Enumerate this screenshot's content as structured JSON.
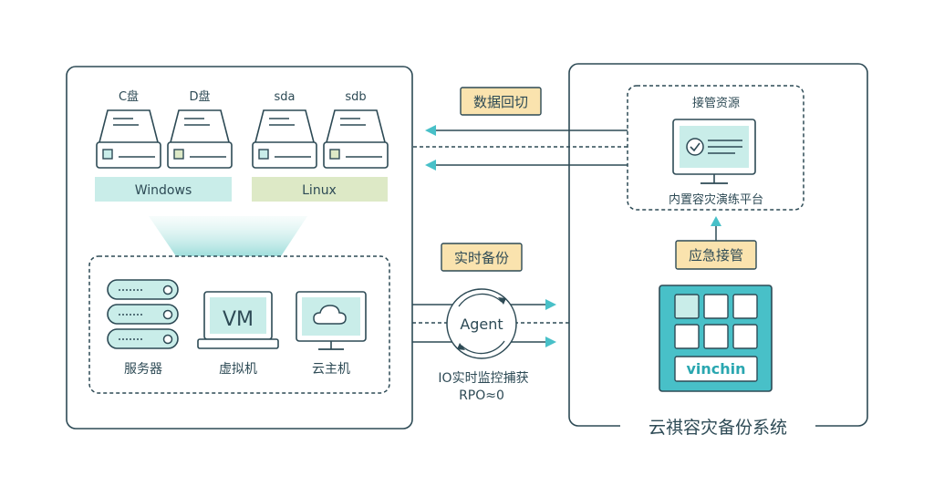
{
  "disks": {
    "c_label": "C盘",
    "d_label": "D盘",
    "sda_label": "sda",
    "sdb_label": "sdb"
  },
  "os": {
    "windows_label": "Windows",
    "linux_label": "Linux"
  },
  "sources": {
    "server_label": "服务器",
    "vm_label": "虚拟机",
    "vm_screen_text": "VM",
    "cloud_label": "云主机"
  },
  "flows": {
    "data_rollback": "数据回切",
    "realtime_backup": "实时备份",
    "agent_label": "Agent",
    "io_capture": "IO实时监控捕获",
    "rpo": "RPO≈0",
    "emergency_takeover": "应急接管"
  },
  "right_panel": {
    "takeover_resources": "接管资源",
    "drill_platform": "内置容灾演练平台",
    "brand": "vinchin",
    "system_title": "云祺容灾备份系统"
  },
  "colors": {
    "stroke": "#2d4a55",
    "teal": "#48c0c8",
    "teal_dark": "#2aa7b0",
    "mint": "#c9ede9",
    "olive": "#dde9c6",
    "label_bg": "#fae3ae"
  }
}
